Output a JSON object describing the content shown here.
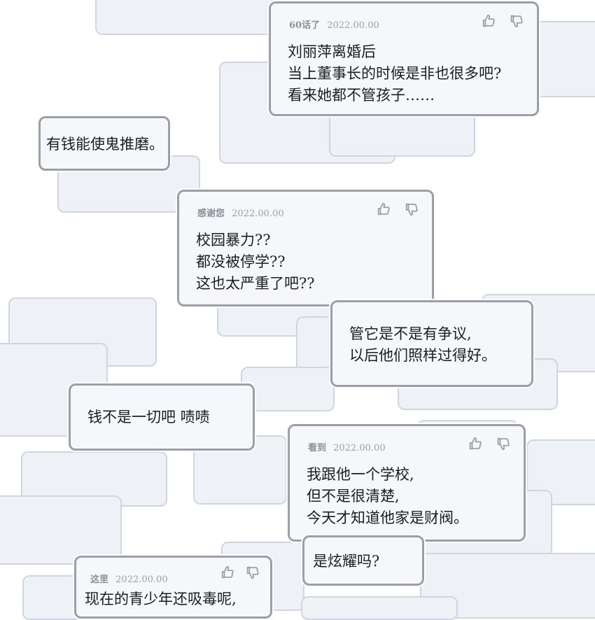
{
  "comments": [
    {
      "user": "60话了",
      "date": "2022.00.00",
      "lines": [
        "刘丽萍离婚后",
        "当上董事长的时候是非也很多吧?",
        "看来她都不管孩子……"
      ]
    },
    {
      "user": "感谢您",
      "date": "2022.00.00",
      "lines": [
        "校园暴力??",
        "都没被停学??",
        "这也太严重了吧??"
      ]
    },
    {
      "user": "看到",
      "date": "2022.00.00",
      "lines": [
        "我跟他一个学校,",
        "但不是很清楚,",
        "今天才知道他家是财阀。"
      ]
    },
    {
      "user": "这里",
      "date": "2022.00.00",
      "lines": [
        "现在的青少年还吸毒呢,"
      ]
    }
  ],
  "bubbles": [
    {
      "lines": [
        "有钱能使鬼推磨。"
      ]
    },
    {
      "lines": [
        "管它是不是有争议,",
        "以后他们照样过得好。"
      ]
    },
    {
      "lines": [
        "钱不是一切吧 啧啧"
      ]
    },
    {
      "lines": [
        "是炫耀吗?"
      ]
    }
  ],
  "icons": {
    "like": "thumbs-up-icon",
    "dislike": "thumbs-down-icon"
  }
}
